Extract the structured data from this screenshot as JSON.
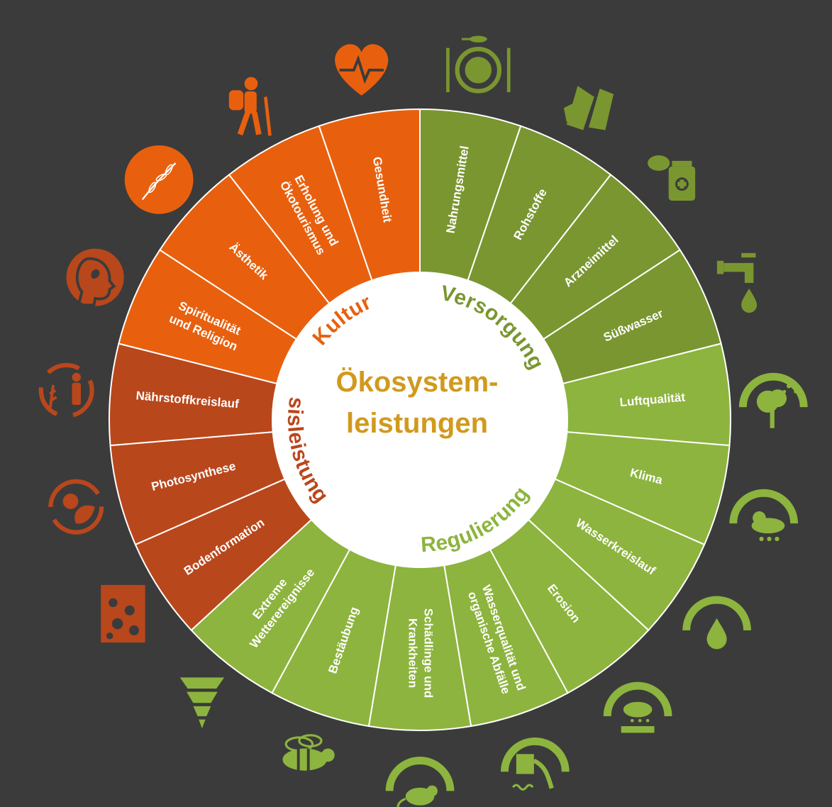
{
  "colors": {
    "background": "#3b3b3b",
    "basis": "#b9471c",
    "kultur": "#e8600e",
    "versorgung": "#7a9630",
    "regulierung": "#8db43e",
    "center_title": "#d19a1d",
    "white": "#ffffff"
  },
  "center": {
    "title_line1": "Ökosystem-",
    "title_line2": "leistungen"
  },
  "categories": {
    "kultur": "Kultur",
    "versorgung": "Versorgung",
    "regulierung": "Regulierung",
    "basis": "Basisleistungen"
  },
  "segments": [
    {
      "group": "versorgung",
      "lines": [
        "Nahrungsmittel"
      ]
    },
    {
      "group": "versorgung",
      "lines": [
        "Rohstoffe"
      ]
    },
    {
      "group": "versorgung",
      "lines": [
        "Arzneimittel"
      ]
    },
    {
      "group": "versorgung",
      "lines": [
        "Süßwasser"
      ]
    },
    {
      "group": "regulierung",
      "lines": [
        "Luftqualität"
      ]
    },
    {
      "group": "regulierung",
      "lines": [
        "Klima"
      ]
    },
    {
      "group": "regulierung",
      "lines": [
        "Wasserkreislauf"
      ]
    },
    {
      "group": "regulierung",
      "lines": [
        "Erosion"
      ]
    },
    {
      "group": "regulierung",
      "lines": [
        "Wasserqualität und",
        "organische Abfälle"
      ]
    },
    {
      "group": "regulierung",
      "lines": [
        "Schädlinge und",
        "Krankheiten"
      ]
    },
    {
      "group": "regulierung",
      "lines": [
        "Bestäubung"
      ]
    },
    {
      "group": "regulierung",
      "lines": [
        "Extreme",
        "Wetterereignisse"
      ]
    },
    {
      "group": "basis",
      "lines": [
        "Bodenformation"
      ]
    },
    {
      "group": "basis",
      "lines": [
        "Photosynthese"
      ]
    },
    {
      "group": "basis",
      "lines": [
        "Nährstoffkreislauf"
      ]
    },
    {
      "group": "kultur",
      "lines": [
        "Spiritualität",
        "und Religion"
      ]
    },
    {
      "group": "kultur",
      "lines": [
        "Ästhetik"
      ]
    },
    {
      "group": "kultur",
      "lines": [
        "Erholung und",
        "Ökotourismus"
      ]
    },
    {
      "group": "kultur",
      "lines": [
        "Gesundheit"
      ]
    }
  ],
  "icons": [
    {
      "name": "food-plate-icon",
      "group": "versorgung"
    },
    {
      "name": "raw-materials-icon",
      "group": "versorgung"
    },
    {
      "name": "medicine-icon",
      "group": "versorgung"
    },
    {
      "name": "water-tap-icon",
      "group": "versorgung"
    },
    {
      "name": "air-quality-tree-icon",
      "group": "regulierung"
    },
    {
      "name": "climate-weather-icon",
      "group": "regulierung"
    },
    {
      "name": "water-cycle-drop-icon",
      "group": "regulierung"
    },
    {
      "name": "erosion-rain-icon",
      "group": "regulierung"
    },
    {
      "name": "water-quality-waste-icon",
      "group": "regulierung"
    },
    {
      "name": "pest-rat-icon",
      "group": "regulierung"
    },
    {
      "name": "pollination-bee-icon",
      "group": "regulierung"
    },
    {
      "name": "extreme-weather-tornado-icon",
      "group": "regulierung"
    },
    {
      "name": "soil-formation-icon",
      "group": "basis"
    },
    {
      "name": "photosynthesis-icon",
      "group": "basis"
    },
    {
      "name": "nutrient-cycle-icon",
      "group": "basis"
    },
    {
      "name": "spirituality-head-icon",
      "group": "basis"
    },
    {
      "name": "aesthetics-plant-icon",
      "group": "kultur"
    },
    {
      "name": "hiker-icon",
      "group": "kultur"
    },
    {
      "name": "health-heart-icon",
      "group": "kultur"
    }
  ]
}
